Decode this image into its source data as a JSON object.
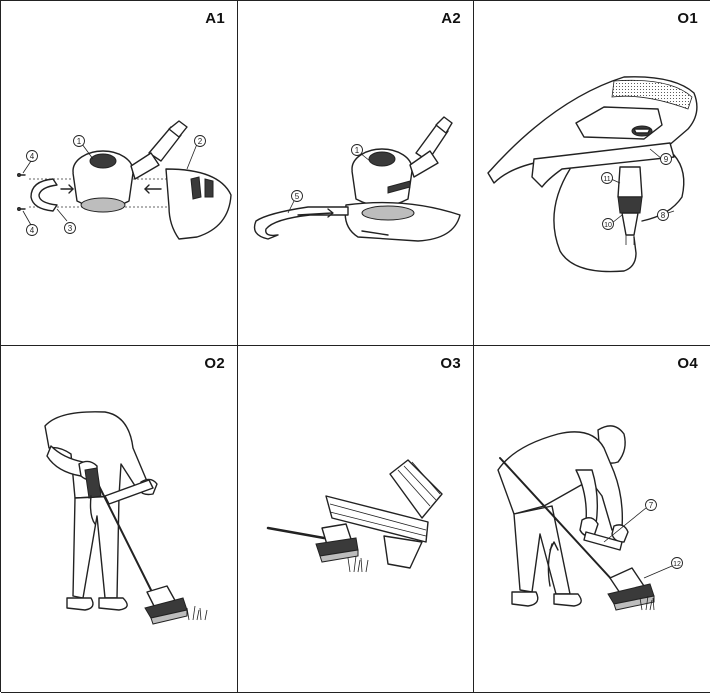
{
  "panels": [
    {
      "id": "A1",
      "label": "A1",
      "callouts": [
        "1",
        "2",
        "3",
        "4",
        "4"
      ]
    },
    {
      "id": "A2",
      "label": "A2",
      "callouts": [
        "1",
        "5"
      ]
    },
    {
      "id": "O1",
      "label": "O1",
      "callouts": [
        "9",
        "11",
        "10",
        "8"
      ]
    },
    {
      "id": "O2",
      "label": "O2",
      "callouts": []
    },
    {
      "id": "O3",
      "label": "O3",
      "callouts": []
    },
    {
      "id": "O4",
      "label": "O4",
      "callouts": [
        "7",
        "12"
      ]
    }
  ]
}
